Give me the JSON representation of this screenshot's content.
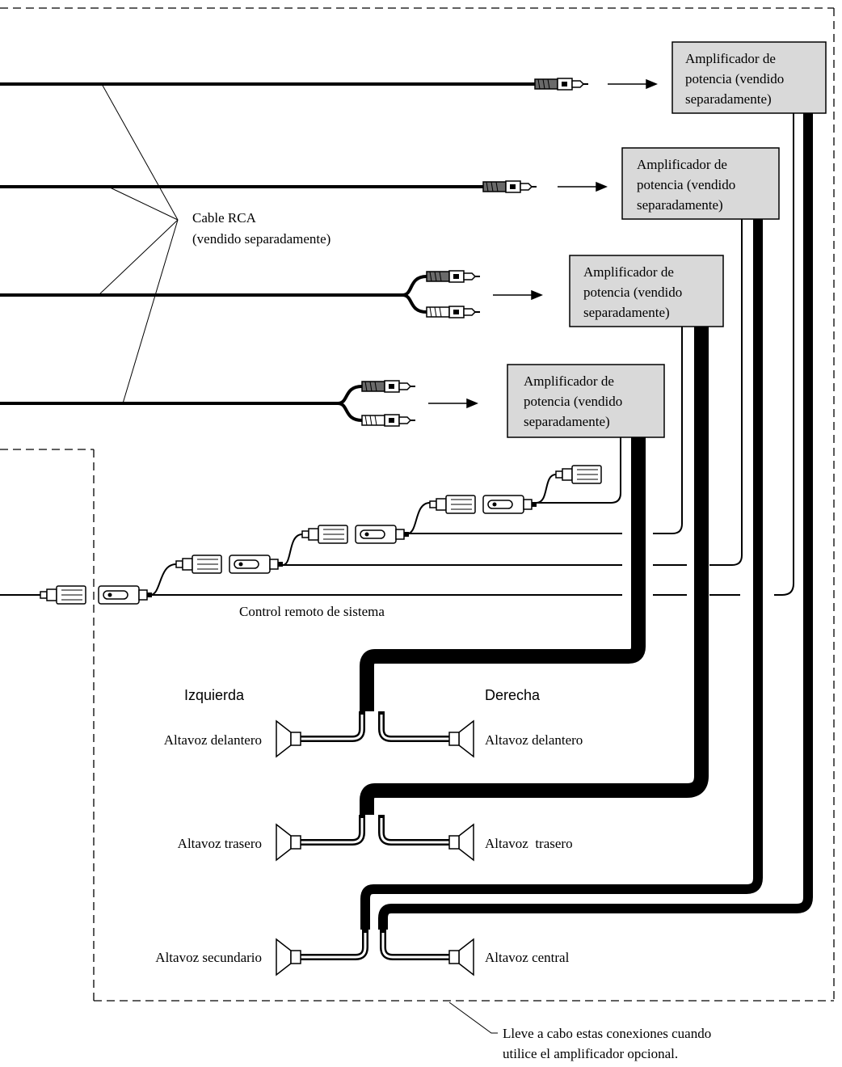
{
  "amplifiers": [
    {
      "line1": "Amplificador de",
      "line2": "potencia (vendido",
      "line3": "separadamente)"
    },
    {
      "line1": "Amplificador de",
      "line2": "potencia (vendido",
      "line3": "separadamente)"
    },
    {
      "line1": "Amplificador de",
      "line2": "potencia (vendido",
      "line3": "separadamente)"
    },
    {
      "line1": "Amplificador de",
      "line2": "potencia (vendido",
      "line3": "separadamente)"
    }
  ],
  "rca_cable": {
    "line1": "Cable RCA",
    "line2": "(vendido separadamente)"
  },
  "remote_label": "Control remoto de sistema",
  "side_labels": {
    "left": "Izquierda",
    "right": "Derecha"
  },
  "speakers": {
    "front_left": "Altavoz delantero",
    "front_right": "Altavoz delantero",
    "rear_left": "Altavoz trasero",
    "rear_right": "Altavoz  trasero",
    "sub": "Altavoz secundario",
    "center": "Altavoz central"
  },
  "note": {
    "line1": "Lleve a cabo estas conexiones cuando",
    "line2": "utilice el amplificador opcional."
  },
  "colors": {
    "box_fill": "#d9d9d9",
    "stroke": "#000000",
    "connector_dark": "#6a6a6a"
  }
}
